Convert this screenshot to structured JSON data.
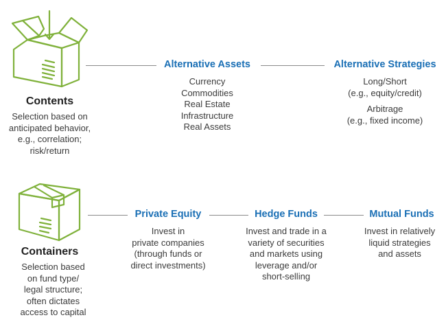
{
  "colors": {
    "accent_green": "#7fb13a",
    "title_blue": "#1a6fb5",
    "connector_gray": "#8a8a8a"
  },
  "contents": {
    "icon": "open-box-with-down-arrow-icon",
    "title": "Contents",
    "description": [
      "Selection based on",
      "anticipated behavior,",
      "e.g., correlation;",
      "risk/return"
    ]
  },
  "alternative_assets": {
    "title": "Alternative Assets",
    "items": [
      "Currency",
      "Commodities",
      "Real Estate",
      "Infrastructure",
      "Real Assets"
    ]
  },
  "alternative_strategies": {
    "title": "Alternative Strategies",
    "groups": [
      {
        "label": "Long/Short",
        "detail": "(e.g., equity/credit)"
      },
      {
        "label": "Arbitrage",
        "detail": "(e.g., fixed income)"
      }
    ]
  },
  "containers": {
    "icon": "closed-box-icon",
    "title": "Containers",
    "description": [
      "Selection based",
      "on fund type/",
      "legal structure;",
      "often dictates",
      "access to capital"
    ]
  },
  "private_equity": {
    "title": "Private Equity",
    "description": [
      "Invest in",
      "private companies",
      "(through funds or",
      "direct investments)"
    ]
  },
  "hedge_funds": {
    "title": "Hedge Funds",
    "description": [
      "Invest and trade in a",
      "variety of securities",
      "and markets using",
      "leverage and/or",
      "short-selling"
    ]
  },
  "mutual_funds": {
    "title": "Mutual Funds",
    "description": [
      "Invest in relatively",
      "liquid strategies",
      "and assets"
    ]
  }
}
